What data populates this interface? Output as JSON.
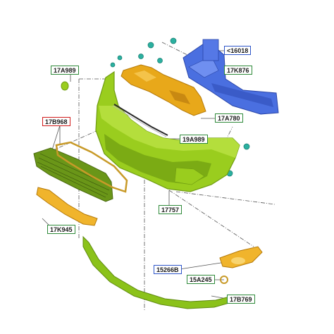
{
  "diagram": {
    "part_labels": {
      "l16018": "<16018",
      "l17k876": "17K876",
      "l17a989": "17A989",
      "l17a780": "17A780",
      "l17b968": "17B968",
      "l19a989": "19A989",
      "l17757": "17757",
      "l17k945": "17K945",
      "l15266b": "15266B",
      "l15a245": "15A245",
      "l17b769": "17B769"
    },
    "colors": {
      "bumper": "#9acd1e",
      "bumper_shadow": "#6f9c12",
      "reinforcement": "#4a6fe0",
      "absorber": "#e8a81a",
      "grille": "#6a9618",
      "trim": "#f0b42c",
      "lower_lip": "#8bc21a",
      "fasteners": "#2bb0a0",
      "label_green": "#2f8a3a",
      "label_blue": "#2d55c8",
      "label_red": "#d11a1a"
    }
  }
}
